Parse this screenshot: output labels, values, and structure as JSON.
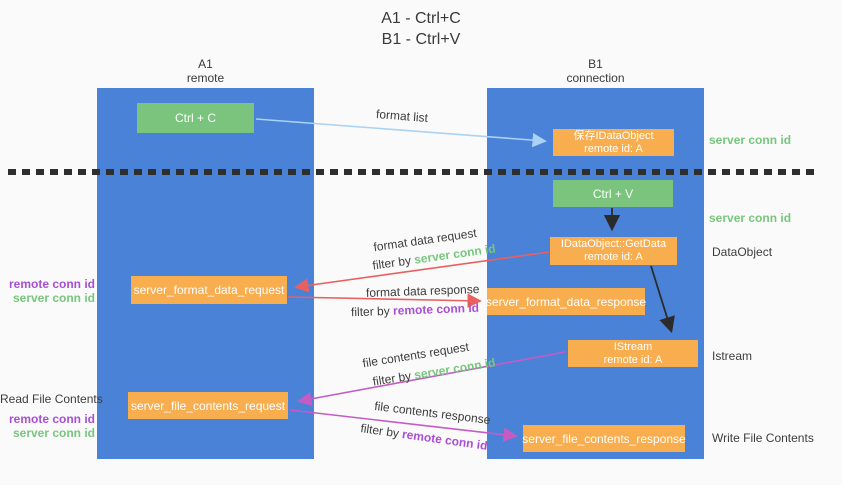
{
  "title": {
    "line1": "A1 - Ctrl+C",
    "line2": "B1 - Ctrl+V"
  },
  "lanes": {
    "left": {
      "name": "A1",
      "role": "remote"
    },
    "right": {
      "name": "B1",
      "role": "connection"
    }
  },
  "boxes": {
    "ctrl_c": {
      "label": "Ctrl + C"
    },
    "save_idataobject": {
      "line1": "保存IDataObject",
      "line2": "remote id: A"
    },
    "ctrl_v": {
      "label": "Ctrl + V"
    },
    "getdata": {
      "line1": "IDataObject::GetData",
      "line2": "remote id: A"
    },
    "server_format_data_request": {
      "label": "server_format_data_request"
    },
    "server_format_data_response": {
      "label": "server_format_data_response"
    },
    "istream": {
      "line1": "IStream",
      "line2": "remote id: A"
    },
    "server_file_contents_request": {
      "label": "server_file_contents_request"
    },
    "server_file_contents_response": {
      "label": "server_file_contents_response"
    }
  },
  "arrow_labels": {
    "format_list": "format list",
    "format_data_request": "format data request",
    "format_data_response": "format data response",
    "file_contents_request": "file contents request",
    "file_contents_response": "file contents response",
    "filter_by": "filter by ",
    "server_conn_id": "server conn id",
    "remote_conn_id": "remote conn id"
  },
  "side_labels": {
    "left": {
      "remote_conn_id_1": "remote conn id",
      "server_conn_id_1": "server conn id",
      "read_file_contents": "Read File Contents",
      "remote_conn_id_2": "remote conn id",
      "server_conn_id_2": "server conn id"
    },
    "right": {
      "server_conn_id_1": "server conn id",
      "server_conn_id_2": "server conn id",
      "dataobject": "DataObject",
      "istream": "Istream",
      "write_file_contents": "Write File Contents"
    }
  },
  "colors": {
    "lane_blue": "#4a82d8",
    "box_green": "#7ac47e",
    "box_orange": "#f8ad4e",
    "arrow_blue": "#aad2f2",
    "arrow_black": "#2b2b2b",
    "arrow_red": "#e96060",
    "arrow_magenta": "#c45cc4",
    "text_green": "#76c77c",
    "text_purple": "#a94fd2"
  }
}
